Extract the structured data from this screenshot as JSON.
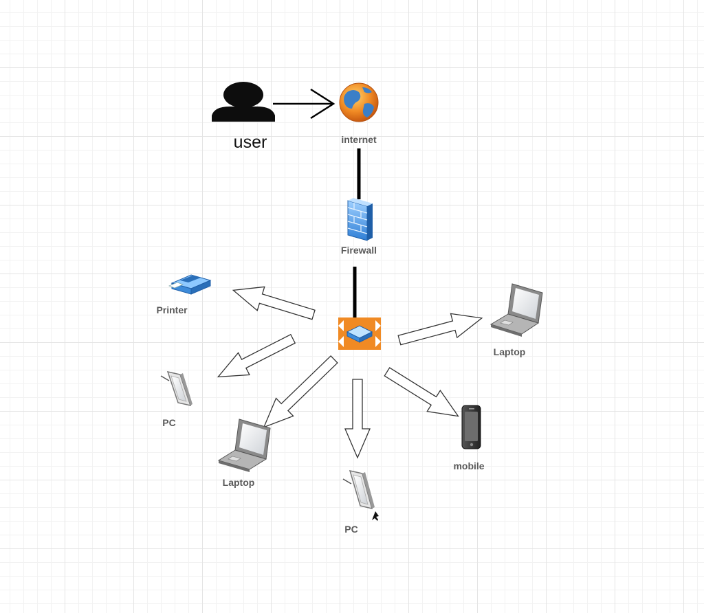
{
  "diagram": {
    "type": "network",
    "nodes": {
      "user": "user",
      "internet": "internet",
      "firewall": "Firewall",
      "printer": "Printer",
      "pc_left": "PC",
      "laptop_left": "Laptop",
      "pc_bottom": "PC",
      "mobile": "mobile",
      "laptop_right": "Laptop"
    }
  },
  "colors": {
    "switch_orange": "#F08A24",
    "device_blue": "#3D8BD9",
    "line": "#000000"
  },
  "icons": [
    "user-icon",
    "globe-icon",
    "firewall-icon",
    "switch-icon",
    "printer-icon",
    "tablet-icon",
    "laptop-icon",
    "mobile-icon",
    "cursor-icon"
  ]
}
